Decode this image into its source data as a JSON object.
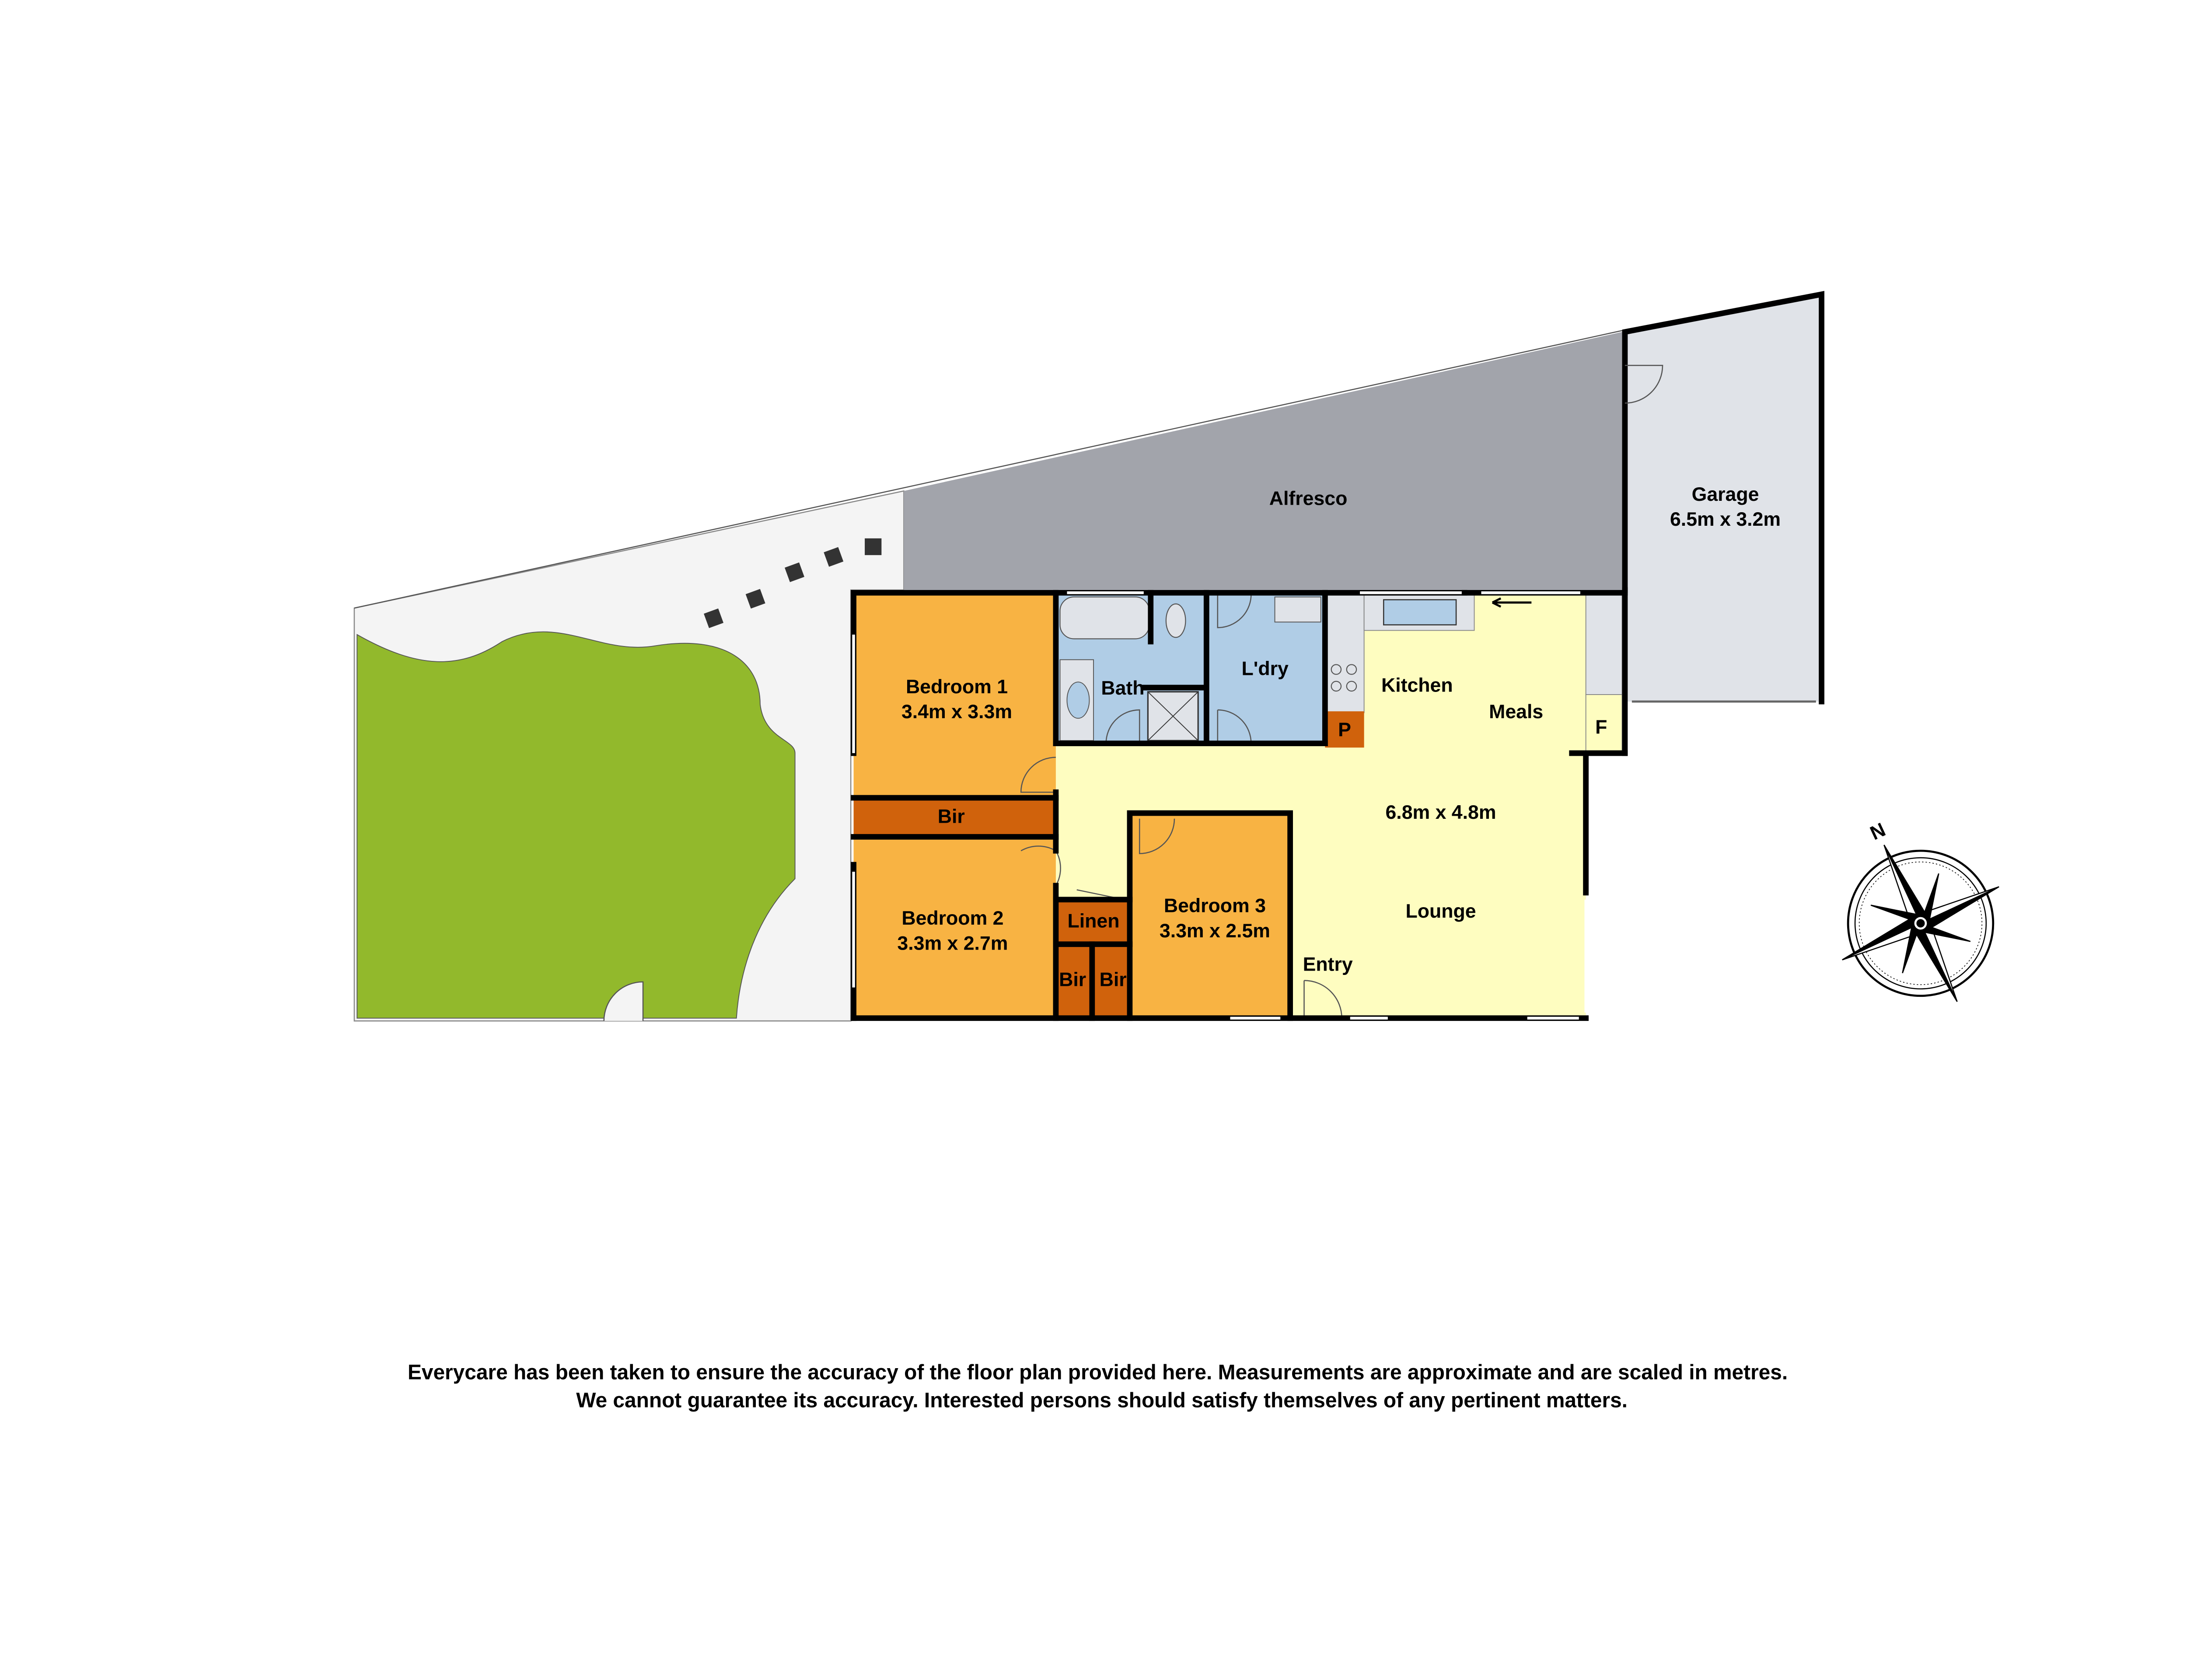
{
  "plan": {
    "rooms": {
      "alfresco": {
        "name": "Alfresco"
      },
      "garage": {
        "name": "Garage",
        "size": "6.5m x 3.2m"
      },
      "bedroom1": {
        "name": "Bedroom 1",
        "size": "3.4m x 3.3m"
      },
      "bir1": {
        "name": "Bir"
      },
      "bedroom2": {
        "name": "Bedroom 2",
        "size": "3.3m x 2.7m"
      },
      "bath": {
        "name": "Bath"
      },
      "laundry": {
        "name": "L'dry"
      },
      "kitchen": {
        "name": "Kitchen"
      },
      "meals": {
        "name": "Meals"
      },
      "pantry": {
        "name": "P"
      },
      "fridge": {
        "name": "F"
      },
      "living_size": {
        "size": "6.8m x 4.8m"
      },
      "lounge": {
        "name": "Lounge"
      },
      "bedroom3": {
        "name": "Bedroom 3",
        "size": "3.3m x 2.5m"
      },
      "linen": {
        "name": "Linen"
      },
      "bir2": {
        "name": "Bir"
      },
      "bir3": {
        "name": "Bir"
      },
      "entry": {
        "name": "Entry"
      }
    },
    "compass": {
      "label": "N",
      "icon": "compass-rose-icon"
    },
    "colors": {
      "bedroom": "#f8b343",
      "storage": "#d0620c",
      "living": "#fefdc0",
      "wet": "#b0cde6",
      "alfresco": "#a2a4ab",
      "garage": "#e0e3e8",
      "grass": "#92b92c",
      "yard": "#f4f4f4"
    }
  },
  "disclaimer": {
    "line1": "Everycare has been taken to ensure the accuracy of the floor plan provided here. Measurements are approximate and are scaled in metres.",
    "line2": "We cannot guarantee its accuracy. Interested persons should satisfy themselves of any pertinent matters."
  }
}
